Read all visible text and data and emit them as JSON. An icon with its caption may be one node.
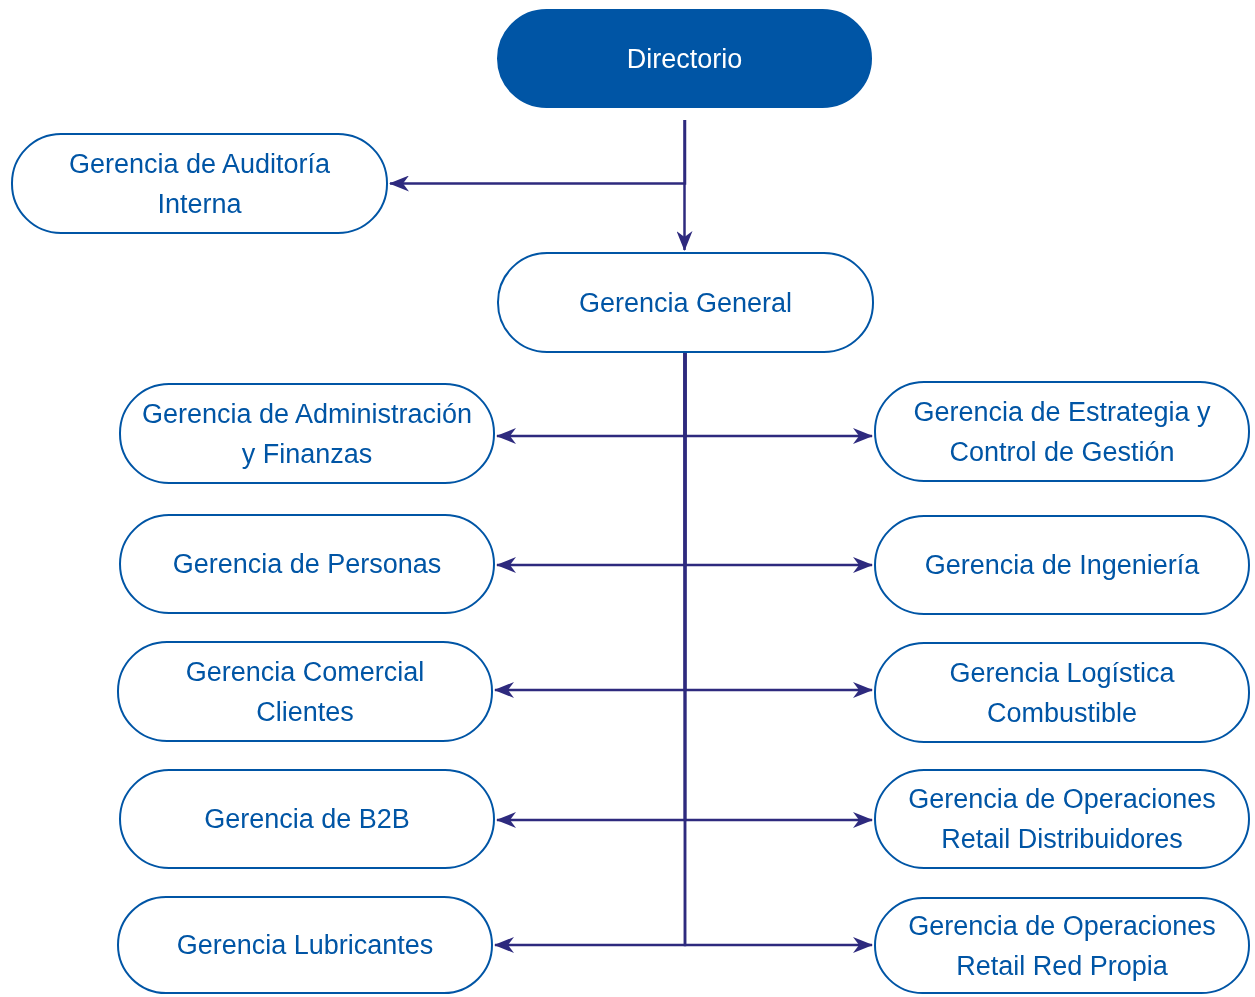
{
  "diagram": {
    "nodes": [
      {
        "text": [
          "Directorio"
        ]
      },
      {
        "text": [
          "Gerencia de Auditoría Interna"
        ]
      },
      {
        "text": [
          "Gerencia General"
        ]
      },
      {
        "text": [
          "Gerencia de Administración y Finanzas"
        ]
      },
      {
        "text": [
          "Gerencia de Estrategia y Control de Gestión"
        ]
      },
      {
        "text": [
          "Gerencia de Personas"
        ]
      },
      {
        "text": [
          "Gerencia de Ingeniería"
        ]
      },
      {
        "text": [
          "Gerencia Comercial Clientes"
        ]
      },
      {
        "text": [
          "Gerencia Logística Combustible"
        ]
      },
      {
        "text": [
          "Gerencia de B2B"
        ]
      },
      {
        "text": [
          "Gerencia de Operaciones Retail Distribuidores"
        ]
      },
      {
        "text": [
          "Gerencia Lubricantes"
        ]
      },
      {
        "text": [
          "Gerencia de Operaciones Retail Red Propia"
        ]
      }
    ],
    "edges": [
      {
        "from": 0,
        "to": 1,
        "arrow": "to"
      },
      {
        "from": 0,
        "to": 2,
        "arrow": "to"
      },
      {
        "from": 2,
        "to": 3,
        "arrow": "to"
      },
      {
        "from": 2,
        "to": 4,
        "arrow": "to"
      },
      {
        "from": 2,
        "to": 5,
        "arrow": "to"
      },
      {
        "from": 2,
        "to": 6,
        "arrow": "to"
      },
      {
        "from": 2,
        "to": 7,
        "arrow": "to"
      },
      {
        "from": 2,
        "to": 8,
        "arrow": "to"
      },
      {
        "from": 2,
        "to": 9,
        "arrow": "to"
      },
      {
        "from": 2,
        "to": 10,
        "arrow": "to"
      },
      {
        "from": 2,
        "to": 11,
        "arrow": "to"
      },
      {
        "from": 2,
        "to": 12,
        "arrow": "to"
      }
    ]
  }
}
